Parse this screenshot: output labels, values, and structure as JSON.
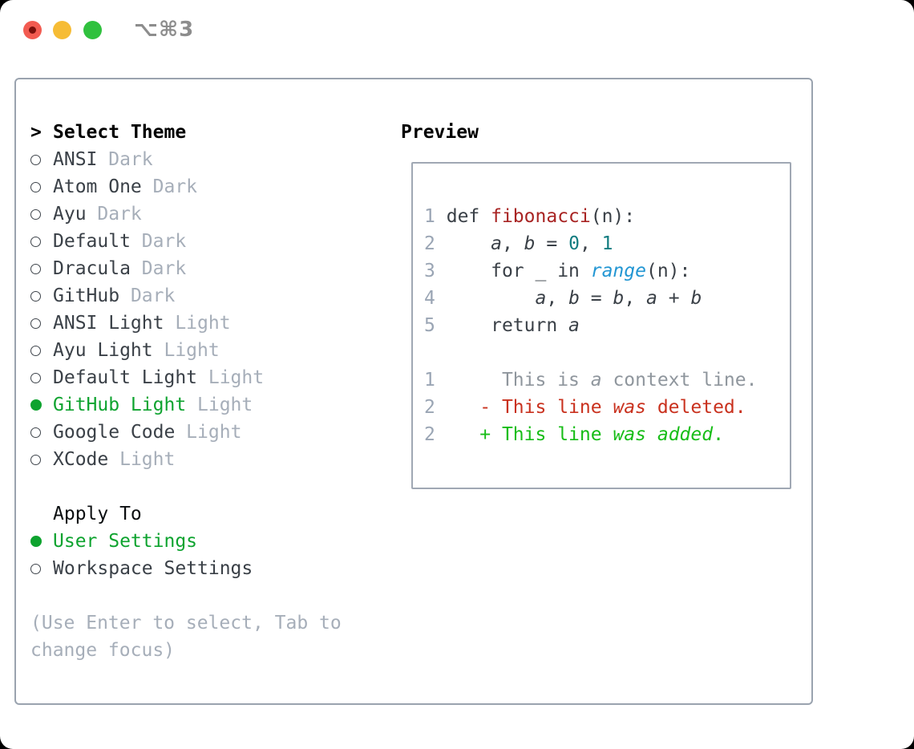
{
  "titlebar": {
    "shortcut": "⌥⌘3",
    "buttons": [
      "close",
      "minimize",
      "zoom"
    ]
  },
  "colors": {
    "accent_green": "#0ea32f",
    "added_green": "#17bd17",
    "deleted_red": "#c9311e",
    "function_red": "#a82423",
    "number_teal": "#117c80",
    "builtin_blue": "#2296d3",
    "muted_gray": "#a6aeb9",
    "text_dark": "#3a4047",
    "border_gray": "#9aa3af",
    "traffic_red": "#f25b51",
    "traffic_yellow": "#f6bc35",
    "traffic_green": "#30c13e"
  },
  "select_theme": {
    "header_marker": ">",
    "header": "Select Theme",
    "items": [
      {
        "name": "ANSI",
        "variant": "Dark",
        "selected": false
      },
      {
        "name": "Atom One",
        "variant": "Dark",
        "selected": false
      },
      {
        "name": "Ayu",
        "variant": "Dark",
        "selected": false
      },
      {
        "name": "Default",
        "variant": "Dark",
        "selected": false
      },
      {
        "name": "Dracula",
        "variant": "Dark",
        "selected": false
      },
      {
        "name": "GitHub",
        "variant": "Dark",
        "selected": false
      },
      {
        "name": "ANSI Light",
        "variant": "Light",
        "selected": false
      },
      {
        "name": "Ayu Light",
        "variant": "Light",
        "selected": false
      },
      {
        "name": "Default Light",
        "variant": "Light",
        "selected": false
      },
      {
        "name": "GitHub Light",
        "variant": "Light",
        "selected": true
      },
      {
        "name": "Google Code",
        "variant": "Light",
        "selected": false
      },
      {
        "name": "XCode",
        "variant": "Light",
        "selected": false
      }
    ]
  },
  "apply_to": {
    "header": "Apply To",
    "items": [
      {
        "label": "User Settings",
        "selected": true
      },
      {
        "label": "Workspace Settings",
        "selected": false
      }
    ]
  },
  "hint": {
    "line1": "(Use Enter to select, Tab to",
    "line2": "change focus)"
  },
  "preview": {
    "title": "Preview",
    "lines": [
      {
        "num": "1",
        "segments": [
          {
            "t": "def ",
            "c": "code"
          },
          {
            "t": "fibonacci",
            "c": "func"
          },
          {
            "t": "(n):",
            "c": "code"
          }
        ]
      },
      {
        "num": "2",
        "segments": [
          {
            "t": "    ",
            "c": "code"
          },
          {
            "t": "a",
            "c": "code",
            "i": true
          },
          {
            "t": ", ",
            "c": "code"
          },
          {
            "t": "b",
            "c": "code",
            "i": true
          },
          {
            "t": " = ",
            "c": "code"
          },
          {
            "t": "0",
            "c": "num"
          },
          {
            "t": ", ",
            "c": "code"
          },
          {
            "t": "1",
            "c": "num"
          }
        ]
      },
      {
        "num": "3",
        "segments": [
          {
            "t": "    for _ in ",
            "c": "code"
          },
          {
            "t": "range",
            "c": "builtin",
            "i": true
          },
          {
            "t": "(n):",
            "c": "code"
          }
        ]
      },
      {
        "num": "4",
        "segments": [
          {
            "t": "        ",
            "c": "code"
          },
          {
            "t": "a",
            "c": "code",
            "i": true
          },
          {
            "t": ", ",
            "c": "code"
          },
          {
            "t": "b",
            "c": "code",
            "i": true
          },
          {
            "t": " = ",
            "c": "code"
          },
          {
            "t": "b",
            "c": "code",
            "i": true
          },
          {
            "t": ", ",
            "c": "code"
          },
          {
            "t": "a",
            "c": "code",
            "i": true
          },
          {
            "t": " + ",
            "c": "code"
          },
          {
            "t": "b",
            "c": "code",
            "i": true
          }
        ]
      },
      {
        "num": "5",
        "segments": [
          {
            "t": "    return ",
            "c": "code"
          },
          {
            "t": "a",
            "c": "code",
            "i": true
          }
        ]
      },
      {
        "num": "",
        "segments": []
      },
      {
        "num": "1",
        "segments": [
          {
            "t": "     This is ",
            "c": "context"
          },
          {
            "t": "a",
            "c": "context",
            "i": true
          },
          {
            "t": " context line.",
            "c": "context"
          }
        ]
      },
      {
        "num": "2",
        "segments": [
          {
            "t": "   - This line ",
            "c": "deleted"
          },
          {
            "t": "was",
            "c": "deleted",
            "i": true
          },
          {
            "t": " deleted.",
            "c": "deleted"
          }
        ]
      },
      {
        "num": "2",
        "segments": [
          {
            "t": "   + This line ",
            "c": "added"
          },
          {
            "t": "was",
            "c": "added",
            "i": true
          },
          {
            "t": " ",
            "c": "added"
          },
          {
            "t": "added",
            "c": "added",
            "i": true
          },
          {
            "t": ".",
            "c": "added"
          }
        ]
      }
    ]
  }
}
